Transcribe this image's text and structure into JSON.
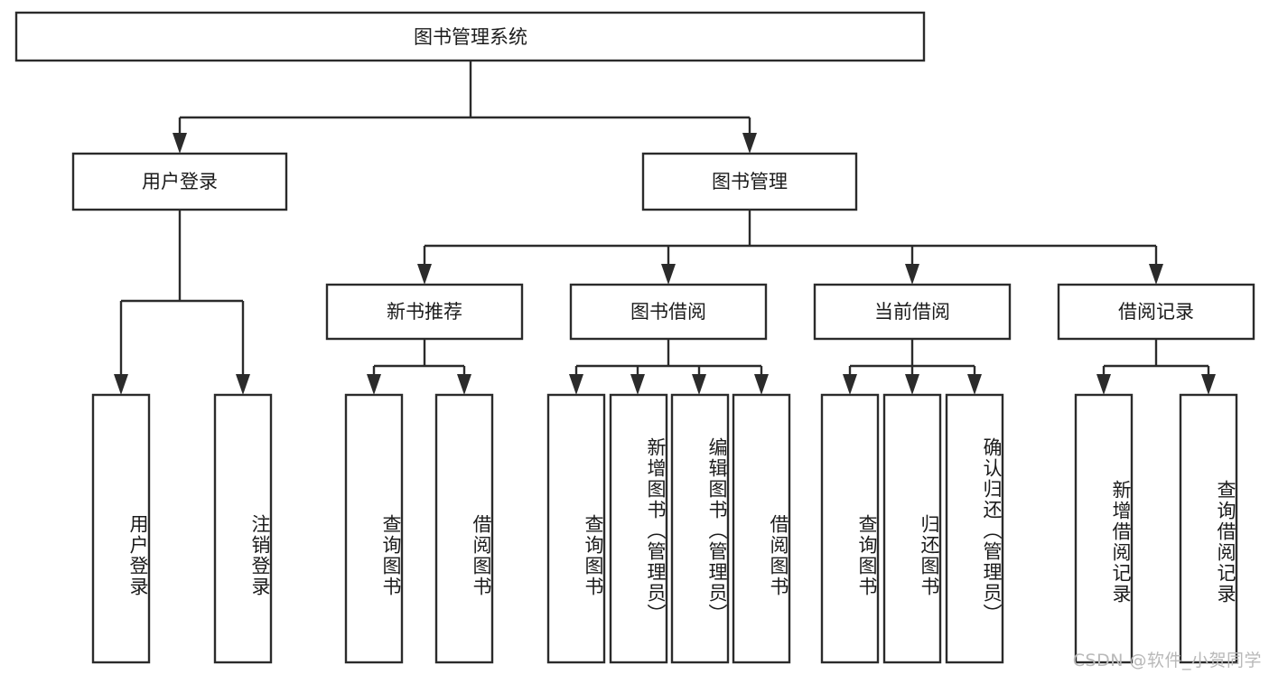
{
  "diagram": {
    "type": "hierarchy-tree",
    "title": "图书管理系统",
    "orientation": "top-down",
    "edge_style": "orthogonal-arrow",
    "colors": {
      "box_fill": "#ffffff",
      "box_stroke": "#2b2b2b",
      "text": "#1b1b1b",
      "watermark": "#b9b9b9"
    },
    "root": {
      "label": "图书管理系统",
      "level": 0
    },
    "level2": [
      {
        "label": "用户登录"
      },
      {
        "label": "图书管理"
      }
    ],
    "level3": [
      {
        "label": "新书推荐"
      },
      {
        "label": "图书借阅"
      },
      {
        "label": "当前借阅"
      },
      {
        "label": "借阅记录"
      }
    ],
    "leaves": {
      "user_login": [
        {
          "label": "用户登录"
        },
        {
          "label": "注销登录"
        }
      ],
      "new_book_recommend": [
        {
          "label": "查询图书"
        },
        {
          "label": "借阅图书"
        }
      ],
      "book_borrow": [
        {
          "label": "查询图书"
        },
        {
          "label": "新增图书（管理员）"
        },
        {
          "label": "编辑图书（管理员）"
        },
        {
          "label": "借阅图书"
        }
      ],
      "current_borrow": [
        {
          "label": "查询图书"
        },
        {
          "label": "归还图书"
        },
        {
          "label": "确认归还（管理员）"
        }
      ],
      "borrow_record": [
        {
          "label": "新增借阅记录"
        },
        {
          "label": "查询借阅记录"
        }
      ]
    }
  },
  "watermark": {
    "text": "CSDN @软件_小贺同学"
  }
}
